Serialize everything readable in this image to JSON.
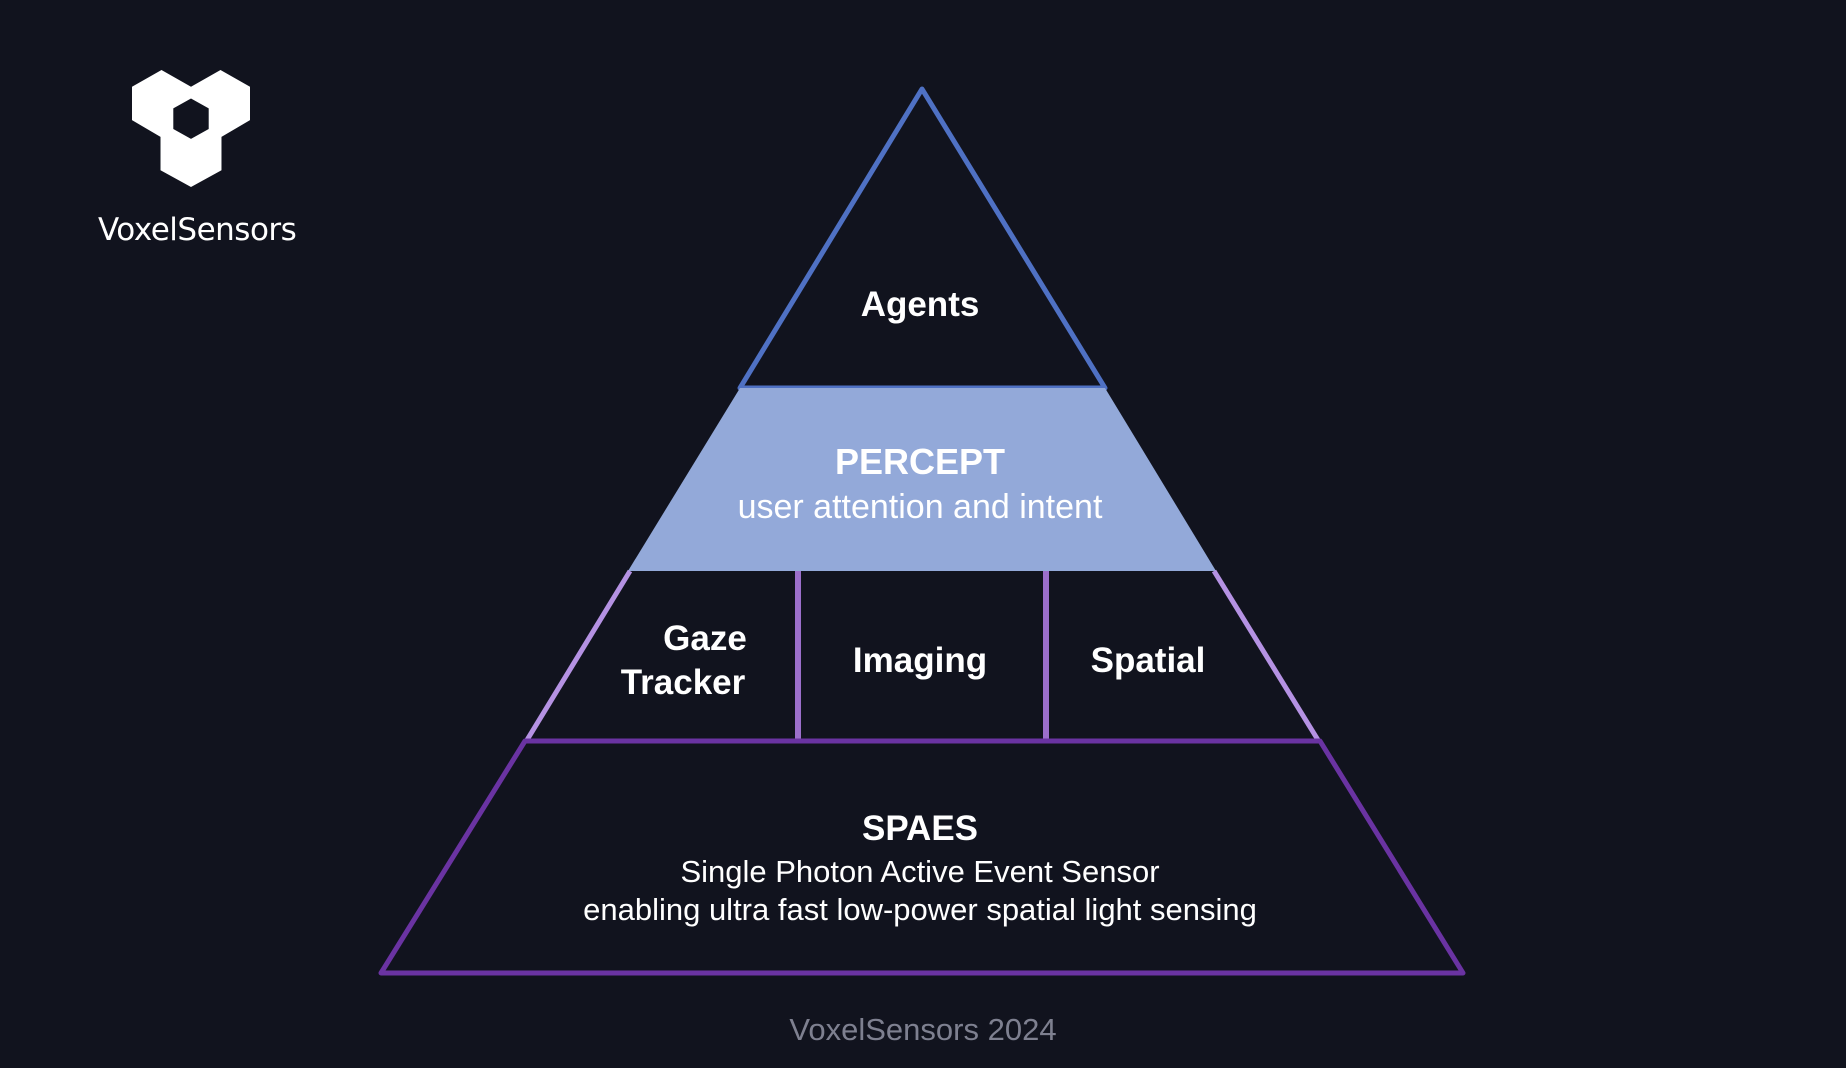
{
  "brand": {
    "logo_icon": "voxel-cube-logo-icon",
    "name": "VoxelSensors"
  },
  "colors": {
    "background": "#11131e",
    "top_tier_outline": "#4f71c4",
    "percept_fill": "#93a9d9",
    "middle_tier_outline": "#b592e3",
    "divider": "#9c6fcb",
    "base_outline": "#6a33a2",
    "footer_text": "#7e8090"
  },
  "pyramid": {
    "top": {
      "label": "Agents"
    },
    "percept": {
      "title": "PERCEPT",
      "subtitle": "user attention and intent"
    },
    "sensors": [
      {
        "line1": "Gaze",
        "line2": "Tracker"
      },
      {
        "label": "Imaging"
      },
      {
        "label": "Spatial"
      }
    ],
    "base": {
      "title": "SPAES",
      "line1": "Single Photon Active Event Sensor",
      "line2": "enabling ultra fast low-power spatial light sensing"
    }
  },
  "footer": "VoxelSensors 2024"
}
